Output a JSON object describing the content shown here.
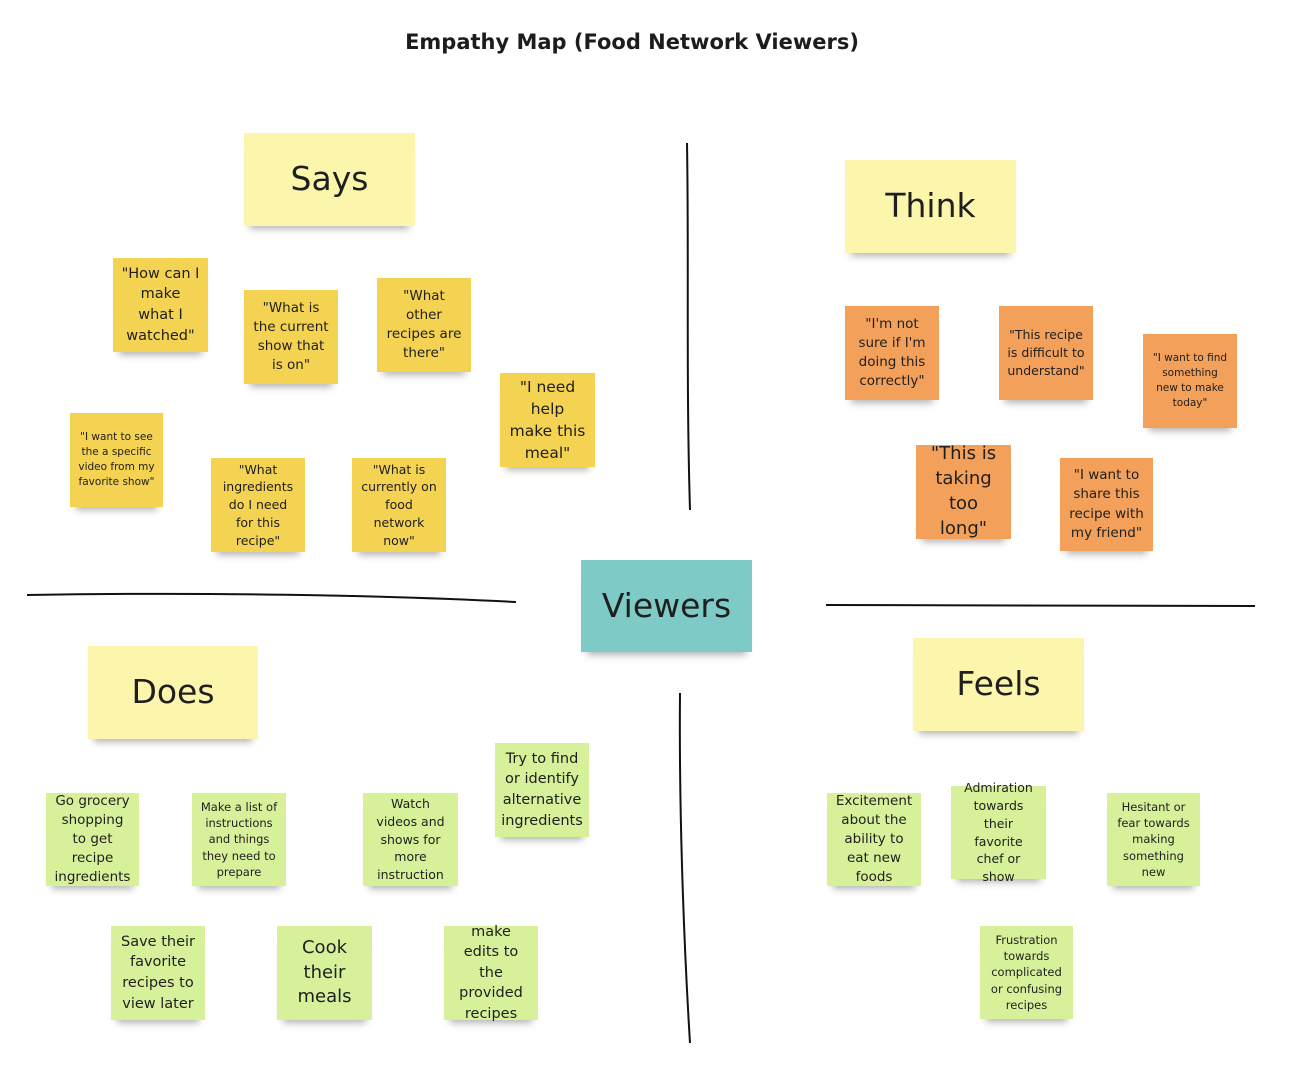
{
  "title": "Empathy Map (Food Network Viewers)",
  "center": "Viewers",
  "quadrants": {
    "says": {
      "header": "Says",
      "notes": [
        "\"How can I make what I watched\"",
        "\"What is the current show that is on\"",
        "\"What other recipes are there\"",
        "\"I need help make this meal\"",
        "\"I want to see the a specific video from my favorite show\"",
        "\"What ingredients do I need for this recipe\"",
        "\"What is currently on food network now\""
      ]
    },
    "think": {
      "header": "Think",
      "notes": [
        "\"I'm not sure if I'm doing this correctly\"",
        "\"This recipe is difficult to understand\"",
        "\"I want to find something new to make today\"",
        "\"This is taking too long\"",
        "\"I want to share this recipe with my friend\""
      ]
    },
    "does": {
      "header": "Does",
      "notes": [
        "Go grocery shopping to get recipe ingredients",
        "Make a list of instructions and things they need to prepare",
        "Watch videos and shows for more instruction",
        "Try to find or identify alternative ingredients",
        "Save their favorite recipes to view later",
        "Cook their meals",
        "make edits to the provided recipes"
      ]
    },
    "feels": {
      "header": "Feels",
      "notes": [
        "Excitement about the ability to eat new foods",
        "Admiration towards their favorite chef or show",
        "Hesitant or fear towards making something new",
        "Frustration towards complicated or confusing recipes"
      ]
    }
  },
  "colors": {
    "header_note": "#fbf6ac",
    "says_note": "#f4d252",
    "think_note": "#f2a05a",
    "does_feels_note": "#d7f09a",
    "center_note": "#7ecac6"
  }
}
